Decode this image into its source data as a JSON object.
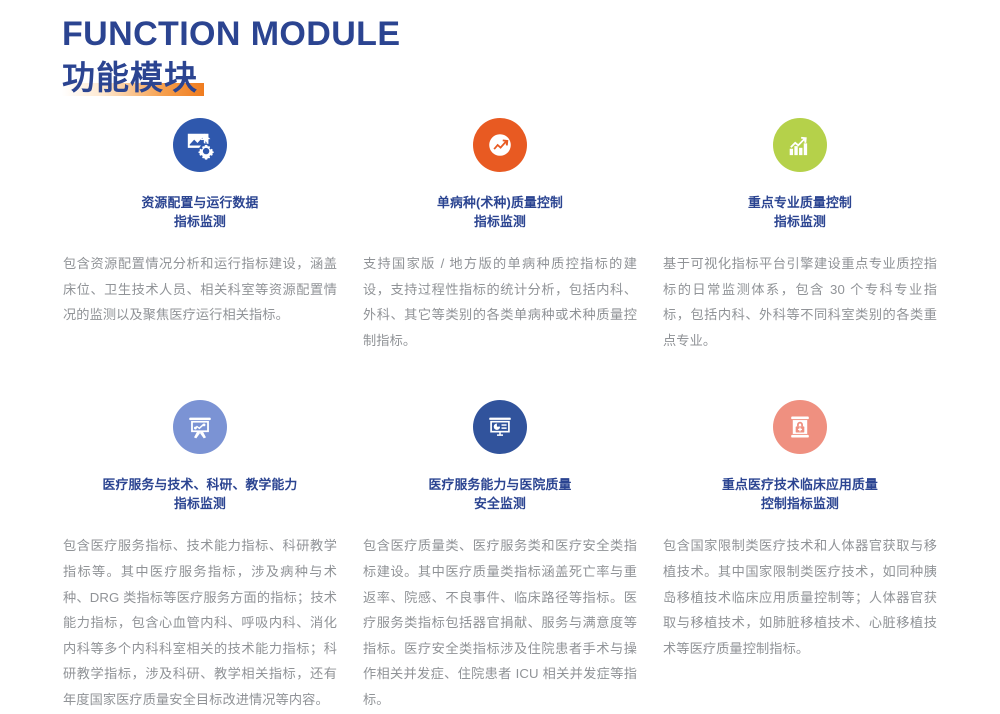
{
  "header": {
    "title_en": "FUNCTION MODULE",
    "title_cn": "功能模块",
    "accent_color": "#2b4491",
    "underline_color": "#ef7c1f"
  },
  "cards": [
    {
      "icon_name": "image-chart-gear-icon",
      "icon_bg": "#2f58ad",
      "title": "资源配置与运行数据\n指标监测",
      "body": "包含资源配置情况分析和运行指标建设，涵盖床位、卫生技术人员、相关科室等资源配置情况的监测以及聚焦医疗运行相关指标。"
    },
    {
      "icon_name": "trending-up-circle-icon",
      "icon_bg": "#e85a22",
      "title": "单病种(术种)质量控制\n指标监测",
      "body": "支持国家版 / 地方版的单病种质控指标的建设，支持过程性指标的统计分析，包括内科、外科、其它等类别的各类单病种或术种质量控制指标。"
    },
    {
      "icon_name": "bar-chart-growth-icon",
      "icon_bg": "#b5d14a",
      "title": "重点专业质量控制\n指标监测",
      "body": "基于可视化指标平台引擎建设重点专业质控指标的日常监测体系，包含 30 个专科专业指标，包括内科、外科等不同科室类别的各类重点专业。"
    },
    {
      "icon_name": "presentation-board-line-chart-icon",
      "icon_bg": "#7b93d4",
      "title": "医疗服务与技术、科研、教学能力\n指标监测",
      "body": "包含医疗服务指标、技术能力指标、科研教学指标等。其中医疗服务指标，涉及病种与术种、DRG 类指标等医疗服务方面的指标；技术能力指标，包含心血管内科、呼吸内科、消化内科等多个内科科室相关的技术能力指标；科研教学指标，涉及科研、教学相关指标，还有年度国家医疗质量安全目标改进情况等内容。"
    },
    {
      "icon_name": "presentation-screen-pie-chart-icon",
      "icon_bg": "#31539c",
      "title": "医疗服务能力与医院质量\n安全监测",
      "body": "包含医疗质量类、医疗服务类和医疗安全类指标建设。其中医疗质量类指标涵盖死亡率与重返率、院感、不良事件、临床路径等指标。医疗服务类指标包括器官捐献、服务与满意度等指标。医疗安全类指标涉及住院患者手术与操作相关并发症、住院患者 ICU 相关并发症等指标。"
    },
    {
      "icon_name": "locked-medical-document-icon",
      "icon_bg": "#ef9080",
      "title": "重点医疗技术临床应用质量\n控制指标监测",
      "body": "包含国家限制类医疗技术和人体器官获取与移植技术。其中国家限制类医疗技术，如同种胰岛移植技术临床应用质量控制等；人体器官获取与移植技术，如肺脏移植技术、心脏移植技术等医疗质量控制指标。"
    }
  ]
}
